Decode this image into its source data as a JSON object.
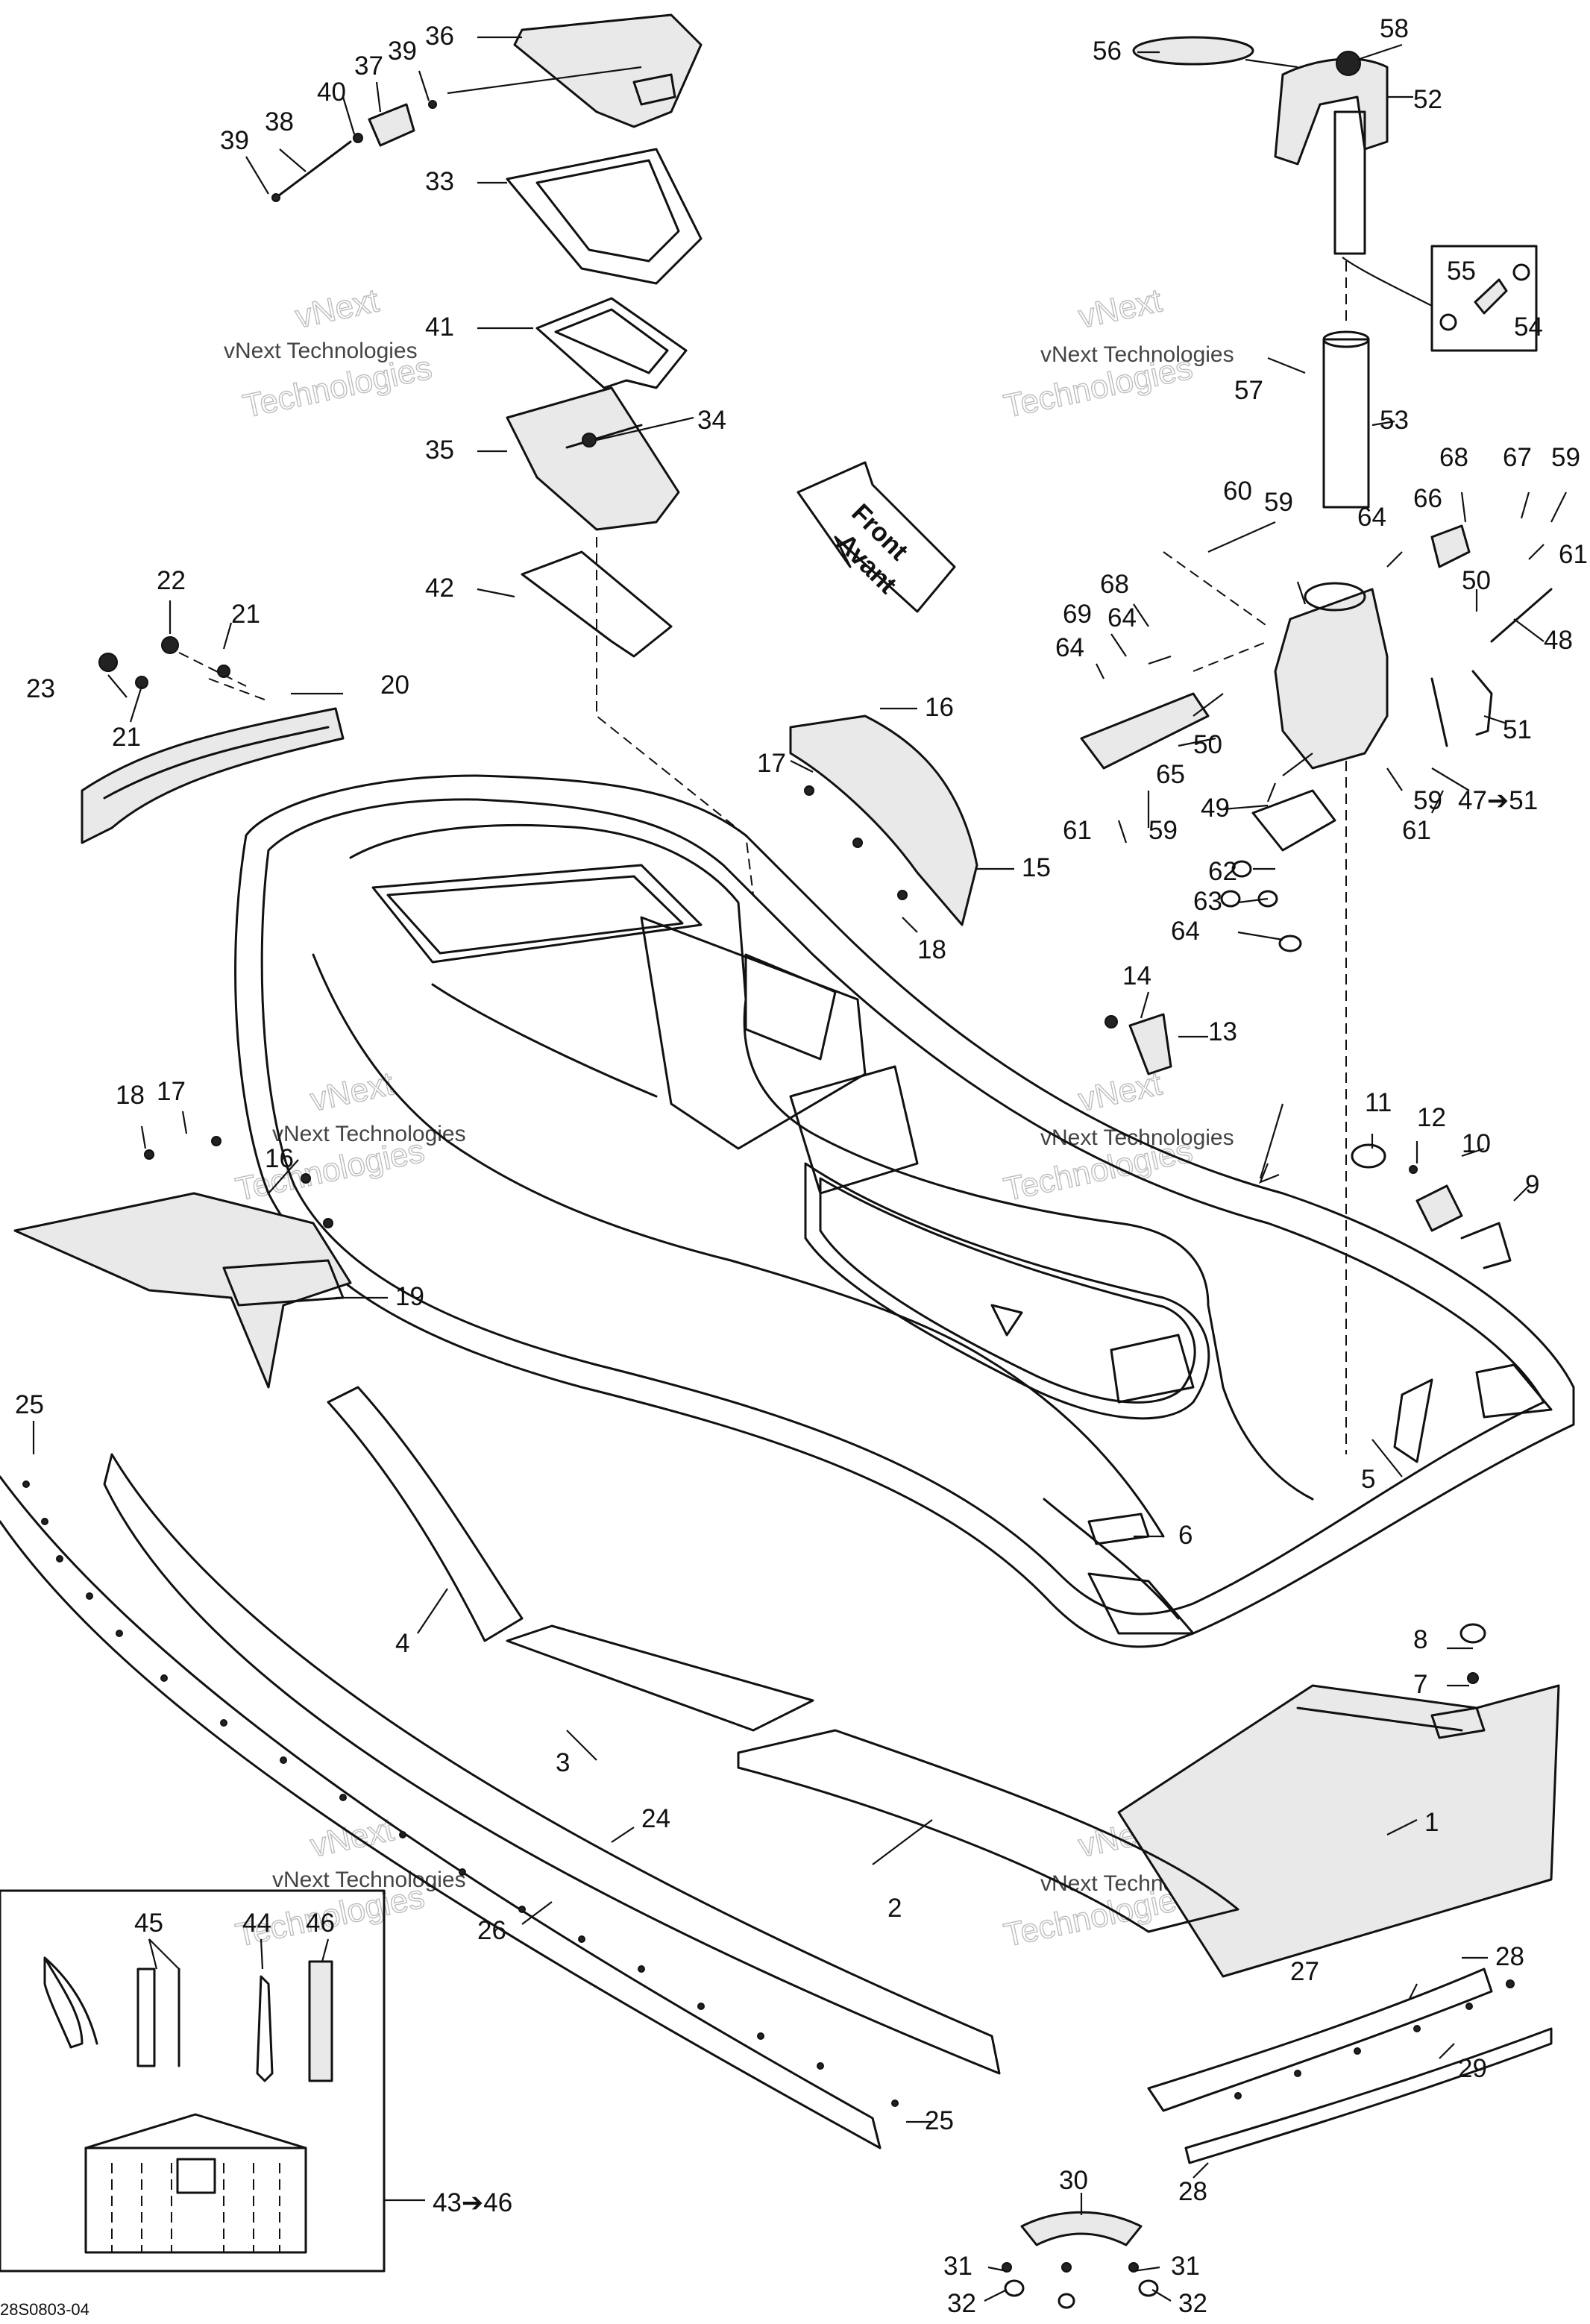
{
  "diagram": {
    "drawing_code": "28S0803-04",
    "direction_arrow": {
      "line1": "Front",
      "line2": "Avant"
    },
    "watermark": {
      "line1": "vNext",
      "line2": "vNext Technologies",
      "line3": "Technologies"
    },
    "callouts": {
      "c1": "1",
      "c2": "2",
      "c3": "3",
      "c4": "4",
      "c5": "5",
      "c6": "6",
      "c7": "7",
      "c8": "8",
      "c9": "9",
      "c10": "10",
      "c11": "11",
      "c12": "12",
      "c13": "13",
      "c14": "14",
      "c15": "15",
      "c16": "16",
      "c16b": "16",
      "c17": "17",
      "c17b": "17",
      "c18": "18",
      "c18b": "18",
      "c19": "19",
      "c20": "20",
      "c21": "21",
      "c21b": "21",
      "c22": "22",
      "c23": "23",
      "c24": "24",
      "c25": "25",
      "c25b": "25",
      "c26": "26",
      "c27": "27",
      "c28": "28",
      "c28b": "28",
      "c29": "29",
      "c30": "30",
      "c31": "31",
      "c31b": "31",
      "c32": "32",
      "c32b": "32",
      "c33": "33",
      "c34": "34",
      "c35": "35",
      "c36": "36",
      "c37": "37",
      "c38": "38",
      "c39": "39",
      "c39b": "39",
      "c40": "40",
      "c41": "41",
      "c42": "42",
      "c43": "43➔46",
      "c44": "44",
      "c45": "45",
      "c46": "46",
      "c47": "47➔51",
      "c48": "48",
      "c49": "49",
      "c50": "50",
      "c50b": "50",
      "c51": "51",
      "c52": "52",
      "c53": "53",
      "c54": "54",
      "c55": "55",
      "c56": "56",
      "c57": "57",
      "c58": "58",
      "c59": "59",
      "c59b": "59",
      "c59c": "59",
      "c59d": "59",
      "c60": "60",
      "c61": "61",
      "c61b": "61",
      "c61c": "61",
      "c62": "62",
      "c63": "63",
      "c64": "64",
      "c64b": "64",
      "c64c": "64",
      "c64d": "64",
      "c65": "65",
      "c66": "66",
      "c67": "67",
      "c68": "68",
      "c68b": "68",
      "c69": "69"
    }
  }
}
